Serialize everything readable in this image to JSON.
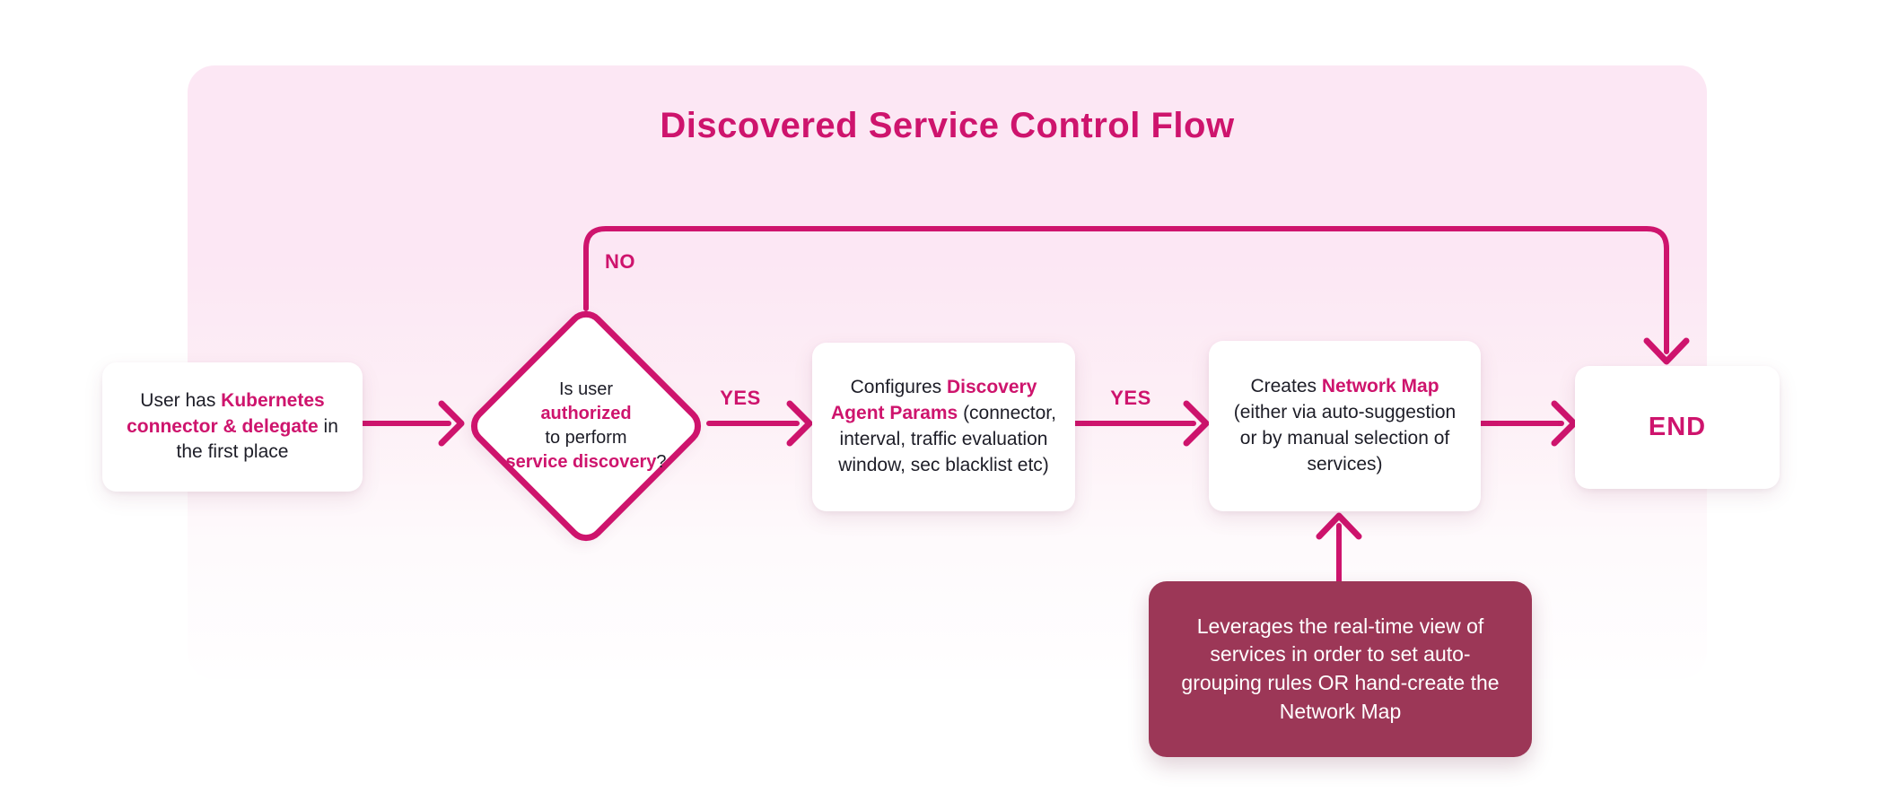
{
  "title": "Discovered Service Control Flow",
  "colors": {
    "accent": "#ce146d",
    "annotation_bg": "#9c3757",
    "panel_pink": "#fce7f4",
    "text_dark": "#1d1d27"
  },
  "nodes": {
    "start": {
      "part1": "User has ",
      "highlight": "Kubernetes connector & delegate",
      "part2": " in the first place"
    },
    "decision": {
      "line1": "Is user",
      "line2": "authorized",
      "line3": "to perform",
      "line4_accent": "service discovery",
      "line4_suffix": "?"
    },
    "configure": {
      "part1": "Configures ",
      "highlight": "Discovery Agent Params",
      "part2": " (connector, interval, traffic evaluation window, sec blacklist etc)"
    },
    "create_map": {
      "part1": "Creates ",
      "highlight": "Network Map",
      "part2": " (either via auto-suggestion or by manual selection of services)"
    },
    "end": {
      "label": "END"
    },
    "annotation": {
      "text": "Leverages the real-time view of services in order to set auto-grouping rules OR hand-create the Network Map"
    }
  },
  "edges": {
    "no_label": "NO",
    "yes_label_1": "YES",
    "yes_label_2": "YES"
  }
}
